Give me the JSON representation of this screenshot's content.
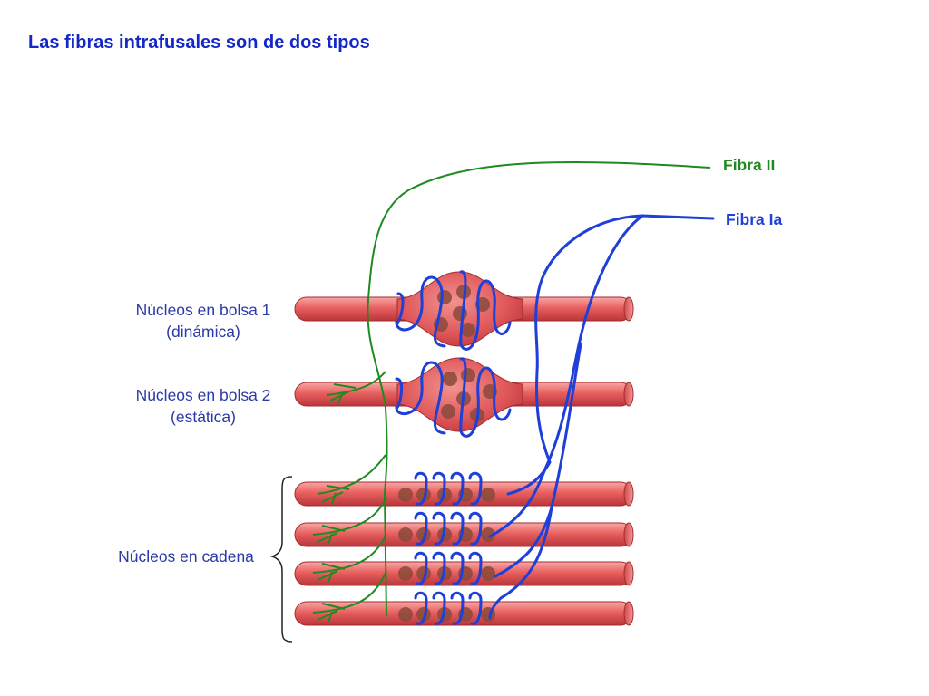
{
  "title": "Las fibras intrafusales son de dos tipos",
  "labels": {
    "bag1_line1": "Núcleos en bolsa 1",
    "bag1_line2": "(dinámica)",
    "bag2_line1": "Núcleos en bolsa 2",
    "bag2_line2": "(estática)",
    "chain": "Núcleos en cadena",
    "fibra_ii": "Fibra II",
    "fibra_ia": "Fibra Ia"
  },
  "colors": {
    "title": "#1428c8",
    "label": "#2a3aa8",
    "fibra_ii": "#1f8a1f",
    "fibra_ia": "#1e3fd8",
    "muscle": "#e8605f",
    "nucleus": "#8b4a3c"
  }
}
